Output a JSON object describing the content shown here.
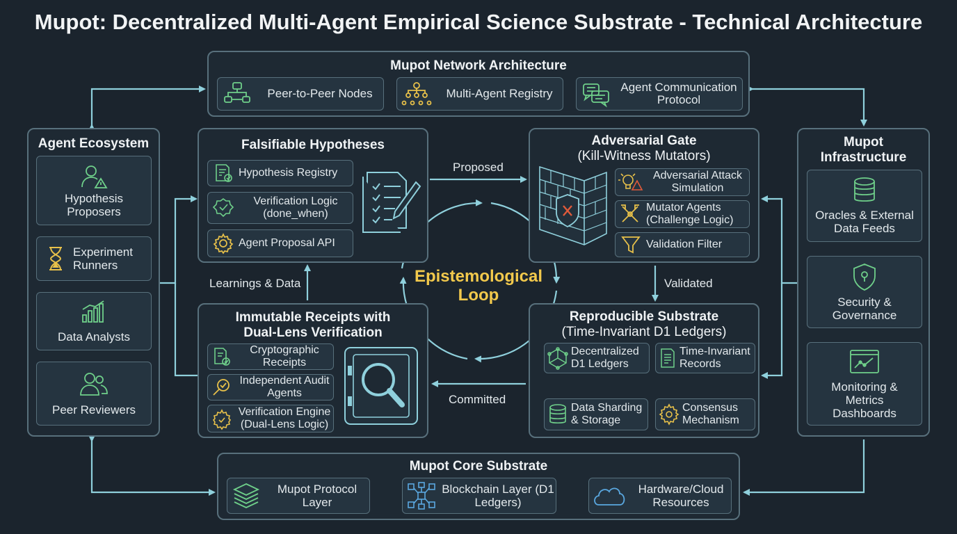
{
  "title": "Mupot: Decentralized Multi-Agent Empirical Science Substrate - Technical Architecture",
  "colors": {
    "background": "#1b242d",
    "border": "#58707c",
    "arrow": "#8fd0dc",
    "icon_green": "#6fd08a",
    "icon_yellow": "#e8c14a",
    "loop_text": "#f2c94c"
  },
  "network": {
    "title": "Mupot Network Architecture",
    "items": [
      {
        "label": "Peer-to-Peer Nodes",
        "icon": "network-nodes-icon"
      },
      {
        "label": "Multi-Agent Registry",
        "icon": "hierarchy-icon"
      },
      {
        "label": "Agent Communication Protocol",
        "icon": "chat-bubbles-icon"
      }
    ]
  },
  "ecosystem": {
    "title": "Agent Ecosystem",
    "items": [
      {
        "label": "Hypothesis Proposers",
        "icon": "user-warning-icon"
      },
      {
        "label": "Experiment Runners",
        "icon": "hourglass-icon"
      },
      {
        "label": "Data Analysts",
        "icon": "bar-chart-icon"
      },
      {
        "label": "Peer Reviewers",
        "icon": "users-icon"
      }
    ]
  },
  "hypotheses": {
    "title": "Falsifiable Hypotheses",
    "items": [
      {
        "label": "Hypothesis Registry",
        "icon": "document-check-icon"
      },
      {
        "label": "Verification Logic (done_when)",
        "icon": "badge-check-icon"
      },
      {
        "label": "Agent Proposal API",
        "icon": "gear-icon"
      }
    ],
    "image": "checklist-pencil-icon"
  },
  "adversarial": {
    "title": "Adversarial Gate",
    "subtitle": "(Kill-Witness Mutators)",
    "items": [
      {
        "label": "Adversarial Attack Simulation",
        "icon": "bulb-warning-icon"
      },
      {
        "label": "Mutator Agents (Challenge Logic)",
        "icon": "crossed-tools-icon"
      },
      {
        "label": "Validation Filter",
        "icon": "funnel-icon"
      }
    ],
    "image": "firewall-shield-icon"
  },
  "receipts": {
    "title": "Immutable Receipts with Dual-Lens Verification",
    "items": [
      {
        "label": "Cryptographic Receipts",
        "icon": "document-badge-icon"
      },
      {
        "label": "Independent Audit Agents",
        "icon": "magnifier-check-icon"
      },
      {
        "label": "Verification Engine (Dual-Lens Logic)",
        "icon": "gear-check-icon"
      }
    ],
    "image": "safe-magnifier-icon"
  },
  "substrate": {
    "title": "Reproducible Substrate",
    "subtitle": "(Time-Invariant D1 Ledgers)",
    "items": [
      {
        "label": "Decentralized D1 Ledgers",
        "icon": "cube-network-icon"
      },
      {
        "label": "Time-Invariant Records",
        "icon": "document-list-icon"
      },
      {
        "label": "Data Sharding & Storage",
        "icon": "database-icon"
      },
      {
        "label": "Consensus Mechanism",
        "icon": "consensus-gear-icon"
      }
    ]
  },
  "infrastructure": {
    "title": "Mupot Infrastructure",
    "items": [
      {
        "label": "Oracles & External Data Feeds",
        "icon": "database-icon"
      },
      {
        "label": "Security & Governance",
        "icon": "shield-lock-icon"
      },
      {
        "label": "Monitoring & Metrics Dashboards",
        "icon": "monitor-chart-icon"
      }
    ]
  },
  "core": {
    "title": "Mupot Core Substrate",
    "items": [
      {
        "label": "Mupot Protocol Layer",
        "icon": "layers-icon"
      },
      {
        "label": "Blockchain Layer (D1 Ledgers)",
        "icon": "blockchain-icon"
      },
      {
        "label": "Hardware/Cloud Resources",
        "icon": "cloud-icon"
      }
    ]
  },
  "loop": {
    "label": "Epistemological Loop"
  },
  "flows": {
    "proposed": "Proposed",
    "validated": "Validated",
    "committed": "Committed",
    "learnings": "Learnings & Data"
  }
}
